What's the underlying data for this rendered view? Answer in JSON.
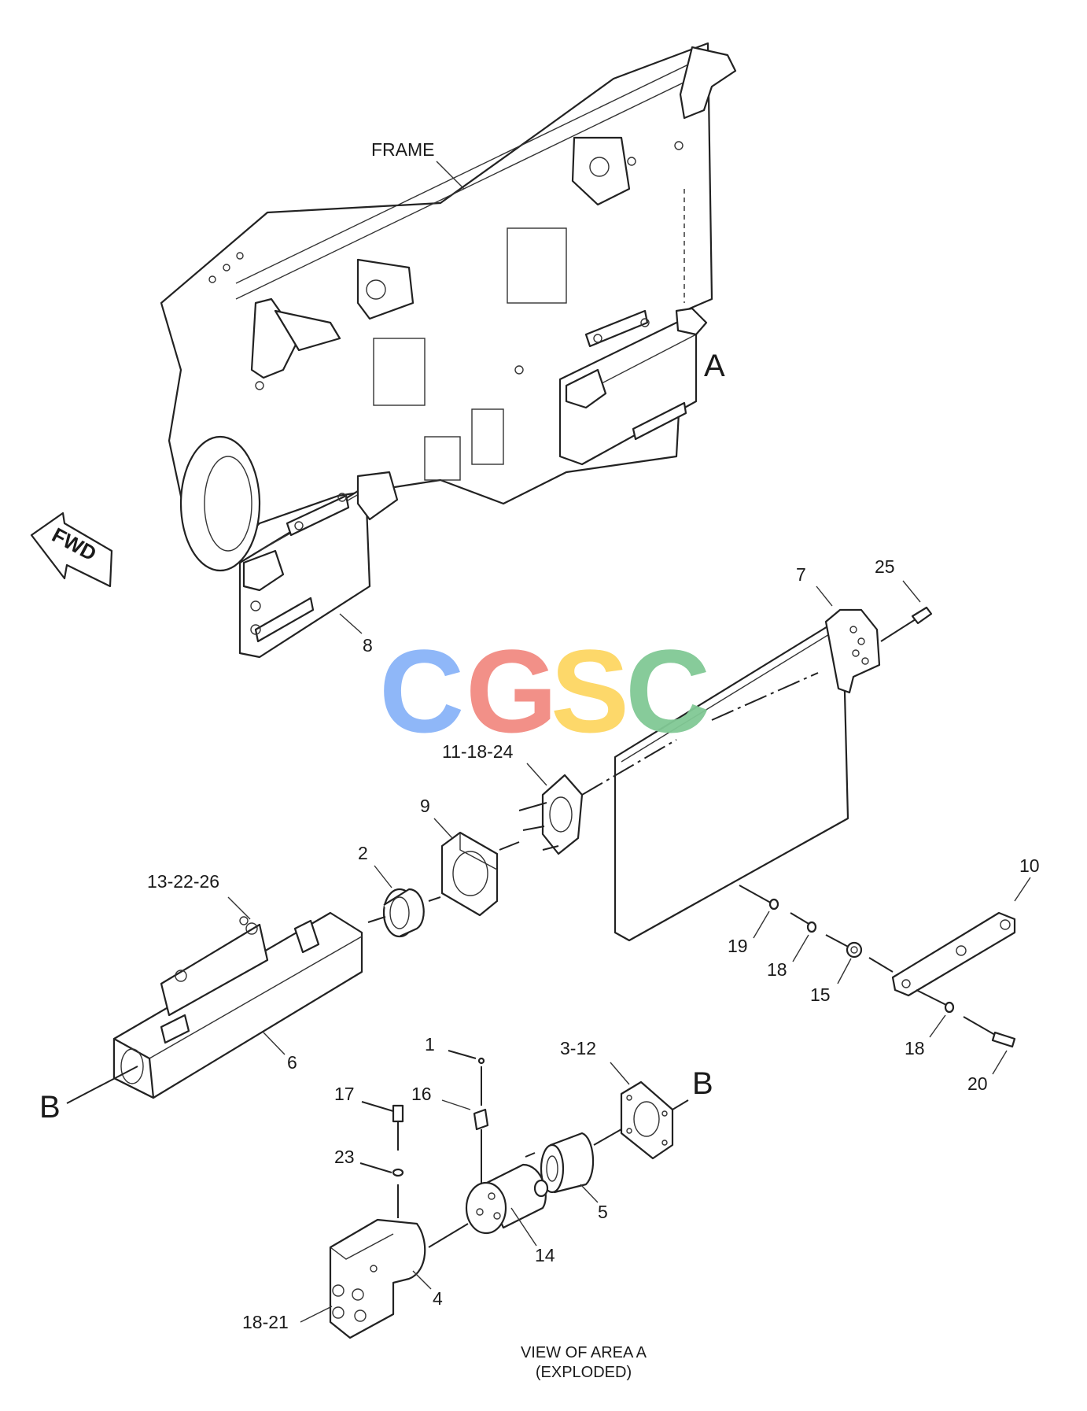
{
  "labels": {
    "frame": "FRAME",
    "area_a": "A",
    "fwd": "FWD",
    "b_left": "B",
    "b_right": "B"
  },
  "callouts": {
    "c1": "1",
    "c2": "2",
    "c3_12": "3-12",
    "c4": "4",
    "c5": "5",
    "c6": "6",
    "c7": "7",
    "c8": "8",
    "c9": "9",
    "c10": "10",
    "c11_18_24": "11-18-24",
    "c13_22_26": "13-22-26",
    "c14": "14",
    "c15": "15",
    "c16": "16",
    "c17": "17",
    "c18_a": "18",
    "c18_b": "18",
    "c18_21": "18-21",
    "c19": "19",
    "c20": "20",
    "c23": "23",
    "c25": "25"
  },
  "caption": {
    "line1": "VIEW OF AREA A",
    "line2": "(EXPLODED)"
  },
  "watermark": {
    "letters": [
      "C",
      "G",
      "S",
      "C"
    ],
    "colors": [
      "#8ab4f8",
      "#f28b82",
      "#fdd663",
      "#81c995"
    ]
  }
}
